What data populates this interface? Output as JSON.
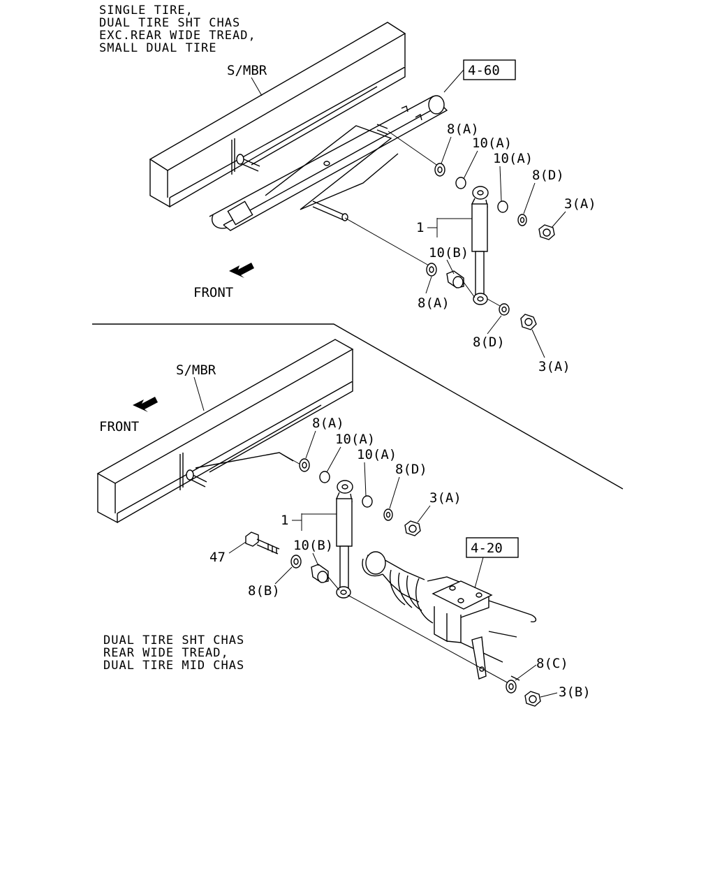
{
  "upper": {
    "note_lines": [
      "SINGLE TIRE,",
      "DUAL TIRE SHT CHAS",
      "EXC.REAR WIDE TREAD,",
      "SMALL DUAL TIRE"
    ],
    "member_label": "S/MBR",
    "front_label": "FRONT",
    "ref_box": "4-60",
    "labels": {
      "washer_a_top": "8(A)",
      "bushing_a_1": "10(A)",
      "bushing_a_2": "10(A)",
      "washer_d_top": "8(D)",
      "nut_a_top": "3(A)",
      "shock": "1",
      "bushing_b": "10(B)",
      "washer_a_bottom": "8(A)",
      "washer_d_bottom": "8(D)",
      "nut_a_bottom": "3(A)"
    }
  },
  "lower": {
    "note_lines": [
      "DUAL TIRE SHT CHAS",
      "REAR WIDE TREAD,",
      "DUAL TIRE MID CHAS"
    ],
    "member_label": "S/MBR",
    "front_label": "FRONT",
    "ref_box": "4-20",
    "labels": {
      "washer_a": "8(A)",
      "bushing_a_1": "10(A)",
      "bushing_a_2": "10(A)",
      "washer_d": "8(D)",
      "nut_a": "3(A)",
      "shock": "1",
      "bolt": "47",
      "bushing_b": "10(B)",
      "washer_b": "8(B)",
      "washer_c": "8(C)",
      "nut_b": "3(B)"
    }
  }
}
